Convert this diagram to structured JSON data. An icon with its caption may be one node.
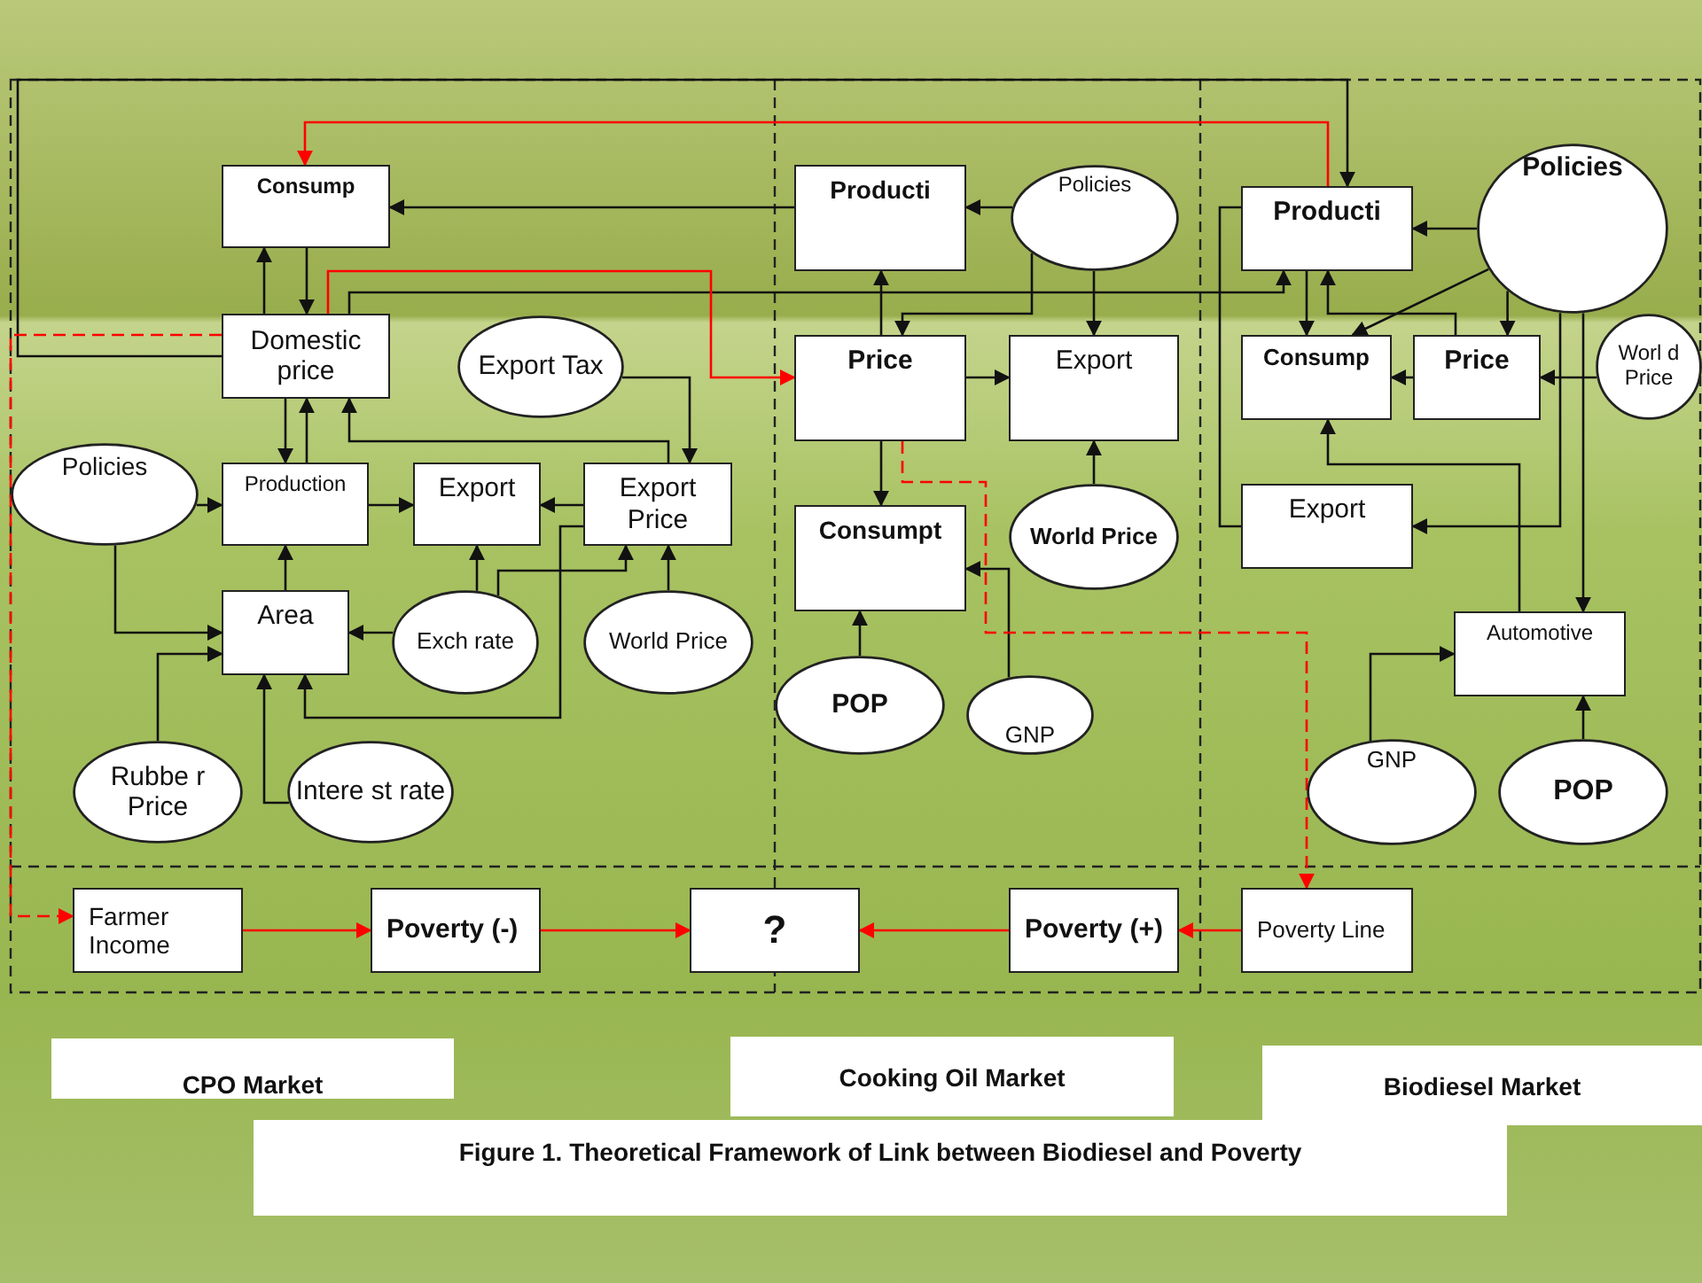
{
  "diagram": {
    "caption": "Figure 1.  Theoretical Framework of Link between Biodiesel and Poverty",
    "nodes": [
      {
        "text": [
          "Consump"
        ]
      },
      {
        "text": [
          "Domestic price"
        ]
      },
      {
        "text": [
          "Export Tax"
        ]
      },
      {
        "text": [
          "Policies"
        ]
      },
      {
        "text": [
          "Production"
        ]
      },
      {
        "text": [
          "Export"
        ]
      },
      {
        "text": [
          "Export Price"
        ]
      },
      {
        "text": [
          "Area"
        ]
      },
      {
        "text": [
          "Exch rate"
        ]
      },
      {
        "text": [
          "World Price"
        ]
      },
      {
        "text": [
          "Rubbe r Price"
        ]
      },
      {
        "text": [
          "Intere st rate"
        ]
      },
      {
        "text": [
          "Producti"
        ]
      },
      {
        "text": [
          "Policies"
        ]
      },
      {
        "text": [
          "Price"
        ]
      },
      {
        "text": [
          "Export"
        ]
      },
      {
        "text": [
          "Consumpt"
        ]
      },
      {
        "text": [
          "World Price"
        ]
      },
      {
        "text": [
          "POP"
        ]
      },
      {
        "text": [
          "GNP"
        ]
      },
      {
        "text": [
          "Producti"
        ]
      },
      {
        "text": [
          "Policies"
        ]
      },
      {
        "text": [
          "Consump"
        ]
      },
      {
        "text": [
          "Price"
        ]
      },
      {
        "text": [
          "Worl d Price"
        ]
      },
      {
        "text": [
          "Export"
        ]
      },
      {
        "text": [
          "Automotive"
        ]
      },
      {
        "text": [
          "GNP"
        ]
      },
      {
        "text": [
          "POP"
        ]
      },
      {
        "text": [
          "Farmer Income"
        ]
      },
      {
        "text": [
          "Poverty (-)"
        ]
      },
      {
        "text": [
          "?"
        ]
      },
      {
        "text": [
          "Poverty (+)"
        ]
      },
      {
        "text": [
          "Poverty Line"
        ]
      }
    ],
    "edges": [
      {
        "from": 1,
        "to": 0,
        "arrow": "to"
      },
      {
        "from": 0,
        "to": 1,
        "arrow": "to"
      },
      {
        "from": 4,
        "to": 1,
        "arrow": "to"
      },
      {
        "from": 1,
        "to": 4,
        "arrow": "to"
      },
      {
        "from": 6,
        "to": 1,
        "arrow": "to"
      },
      {
        "from": 2,
        "to": 6,
        "arrow": "to"
      },
      {
        "from": 3,
        "to": 4,
        "arrow": "to"
      },
      {
        "from": 3,
        "to": 7,
        "arrow": "to"
      },
      {
        "from": 4,
        "to": 5,
        "arrow": "to"
      },
      {
        "from": 6,
        "to": 5,
        "arrow": "to"
      },
      {
        "from": 7,
        "to": 4,
        "arrow": "to"
      },
      {
        "from": 8,
        "to": 5,
        "arrow": "to"
      },
      {
        "from": 8,
        "to": 6,
        "arrow": "to"
      },
      {
        "from": 8,
        "to": 7,
        "arrow": "to"
      },
      {
        "from": 9,
        "to": 6,
        "arrow": "to"
      },
      {
        "from": 6,
        "to": 7,
        "arrow": "to"
      },
      {
        "from": 10,
        "to": 7,
        "arrow": "to"
      },
      {
        "from": 11,
        "to": 7,
        "arrow": "to"
      },
      {
        "from": 12,
        "to": 0,
        "arrow": "to"
      },
      {
        "from": 1,
        "to": 20,
        "arrow": "to"
      },
      {
        "from": 1,
        "to": 14,
        "arrow": "to",
        "color": "#ff0000"
      },
      {
        "from": 20,
        "to": 0,
        "arrow": "to",
        "color": "#ff0000"
      },
      {
        "from": 1,
        "to": 20,
        "arrow": "to"
      },
      {
        "from": 1,
        "to": 29,
        "arrow": "to",
        "style": "dashed",
        "color": "#ff0000"
      },
      {
        "from": 13,
        "to": 12,
        "arrow": "to"
      },
      {
        "from": 13,
        "to": 14,
        "arrow": "to"
      },
      {
        "from": 13,
        "to": 15,
        "arrow": "to"
      },
      {
        "from": 14,
        "to": 12,
        "arrow": "to"
      },
      {
        "from": 14,
        "to": 15,
        "arrow": "to"
      },
      {
        "from": 14,
        "to": 16,
        "arrow": "to"
      },
      {
        "from": 17,
        "to": 15,
        "arrow": "to"
      },
      {
        "from": 18,
        "to": 16,
        "arrow": "to"
      },
      {
        "from": 19,
        "to": 16,
        "arrow": "to"
      },
      {
        "from": 14,
        "to": 33,
        "arrow": "to",
        "style": "dashed",
        "color": "#ff0000"
      },
      {
        "from": 21,
        "to": 20,
        "arrow": "to"
      },
      {
        "from": 21,
        "to": 22,
        "arrow": "to"
      },
      {
        "from": 21,
        "to": 23,
        "arrow": "to"
      },
      {
        "from": 21,
        "to": 25,
        "arrow": "to"
      },
      {
        "from": 21,
        "to": 26,
        "arrow": "to"
      },
      {
        "from": 20,
        "to": 22,
        "arrow": "to"
      },
      {
        "from": 23,
        "to": 20,
        "arrow": "to"
      },
      {
        "from": 23,
        "to": 22,
        "arrow": "to"
      },
      {
        "from": 24,
        "to": 23,
        "arrow": "to"
      },
      {
        "from": 20,
        "to": 25,
        "arrow": "none"
      },
      {
        "from": 26,
        "to": 22,
        "arrow": "to"
      },
      {
        "from": 27,
        "to": 26,
        "arrow": "to"
      },
      {
        "from": 28,
        "to": 26,
        "arrow": "to"
      },
      {
        "from": 29,
        "to": 30,
        "arrow": "to",
        "color": "#ff0000"
      },
      {
        "from": 30,
        "to": 31,
        "arrow": "to",
        "color": "#ff0000"
      },
      {
        "from": 32,
        "to": 31,
        "arrow": "to",
        "color": "#ff0000"
      },
      {
        "from": 33,
        "to": 32,
        "arrow": "to",
        "color": "#ff0000"
      }
    ],
    "labels": [
      "CPO Market",
      "Cooking Oil Market",
      "Biodiesel Market"
    ]
  }
}
